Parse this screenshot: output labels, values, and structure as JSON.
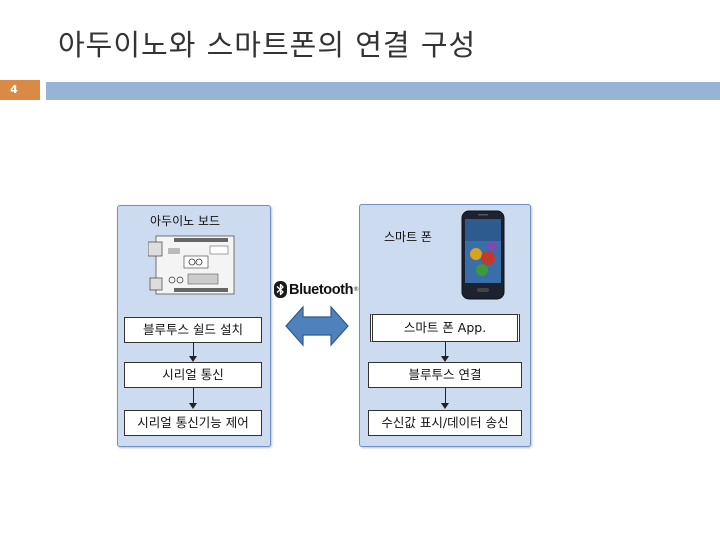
{
  "slide": {
    "title": "아두이노와 스마트폰의 연결 구성",
    "page_number": "4"
  },
  "colors": {
    "panel_fill": "#ccdbf0",
    "panel_border": "#6f90c4",
    "header_bar": "#97b4d6",
    "page_badge": "#d98b46",
    "double_arrow": "#4f81bd"
  },
  "arduino_panel": {
    "title": "아두이노 보드",
    "image_icon": "arduino-board-icon",
    "steps": [
      "블루투스 쉴드 설치",
      "시리얼 통신",
      "시리얼 통신기능 제어"
    ]
  },
  "phone_panel": {
    "title": "스마트 폰",
    "image_icon": "smartphone-icon",
    "steps": [
      "스마트 폰 App.",
      "블루투스 연결",
      "수신값 표시/데이터 송신"
    ]
  },
  "link": {
    "label": "Bluetooth",
    "mark": "®",
    "icon": "bluetooth-icon",
    "arrow_icon": "double-arrow-icon"
  }
}
